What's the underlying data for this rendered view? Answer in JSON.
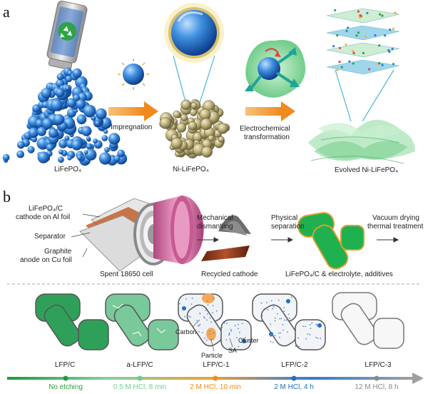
{
  "panel_a": {
    "letter": "a",
    "materials": [
      "LiFePO₄",
      "Ni-LiFePO₄",
      "Evolved Ni-LiFePO₄"
    ],
    "step1": "Impregnation",
    "step2_line1": "Electrochemical",
    "step2_line2": "transformation"
  },
  "panel_b": {
    "letter": "b",
    "cell_labels": {
      "cathode_line1": "LiFePO₄/C",
      "cathode_line2": "cathode on Al foil",
      "separator": "Separator",
      "graphite_line1": "Graphite",
      "graphite_line2": "anode on Cu foil"
    },
    "step_mech_line1": "Mechanical",
    "step_mech_line2": "dismantling",
    "step_phys_line1": "Physical",
    "step_phys_line2": "separation",
    "step_vac_line1": "Vacuum drying",
    "step_vac_line2": "thermal treatment",
    "captions": [
      "Spent 18650 cell",
      "Recycled cathode",
      "LiFePO₄/C & electrolyte, additives"
    ],
    "annotations": {
      "carbon": "Carbon",
      "particle": "Particle",
      "sa": "SA",
      "cluster": "Cluster"
    },
    "samples": [
      "LFP/C",
      "a-LFP/C",
      "LFP/C-1",
      "LFP/C-2",
      "LFP/C-3"
    ],
    "conditions": [
      {
        "text": "No etching",
        "color": "#2aa33a"
      },
      {
        "text": "0.5 M HCl, 8 min",
        "color": "#6fcf8f"
      },
      {
        "text": "2 M HCl, 10 min",
        "color": "#f08a1c"
      },
      {
        "text": "2 M HCl, 4 h",
        "color": "#1f6fbf"
      },
      {
        "text": "12 M HCl, 8 h",
        "color": "#8a8a8a"
      }
    ]
  }
}
